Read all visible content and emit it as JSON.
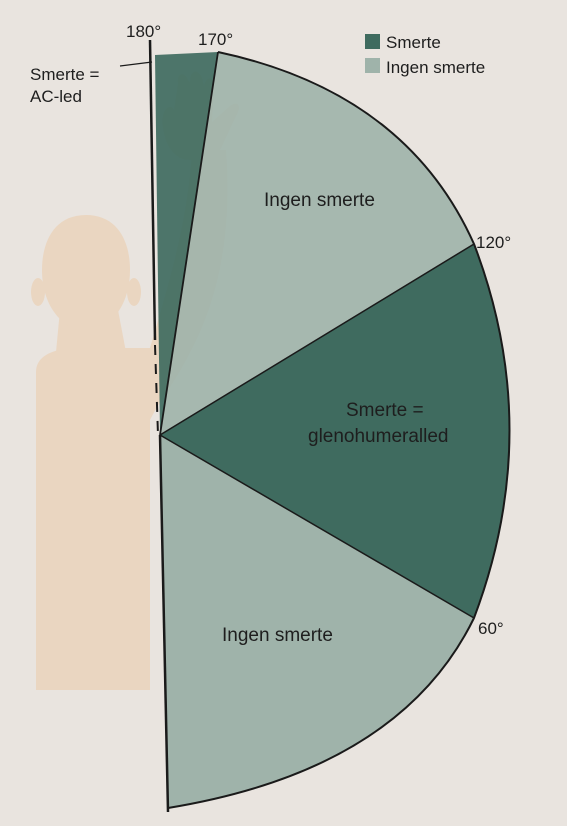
{
  "diagram": {
    "angles": {
      "a180": "180°",
      "a170": "170°",
      "a120": "120°",
      "a60": "60°"
    },
    "legend": [
      {
        "label": "Smerte",
        "color": "#3f6b5f"
      },
      {
        "label": "Ingen smerte",
        "color": "#9fb3aa"
      }
    ],
    "region_labels": {
      "upper_no_pain": "Ingen smerte",
      "mid_pain": [
        "Smerte =",
        "glenohumeralled"
      ],
      "lower_no_pain": "Ingen smerte",
      "ac_pain": [
        "Smerte =",
        "AC-led"
      ]
    },
    "colors": {
      "pain": "#3f6b5f",
      "no_pain": "#9fb3aa",
      "skin": "#ead6c1",
      "background": "#e9e4df",
      "outline": "#1a1a1a"
    }
  }
}
